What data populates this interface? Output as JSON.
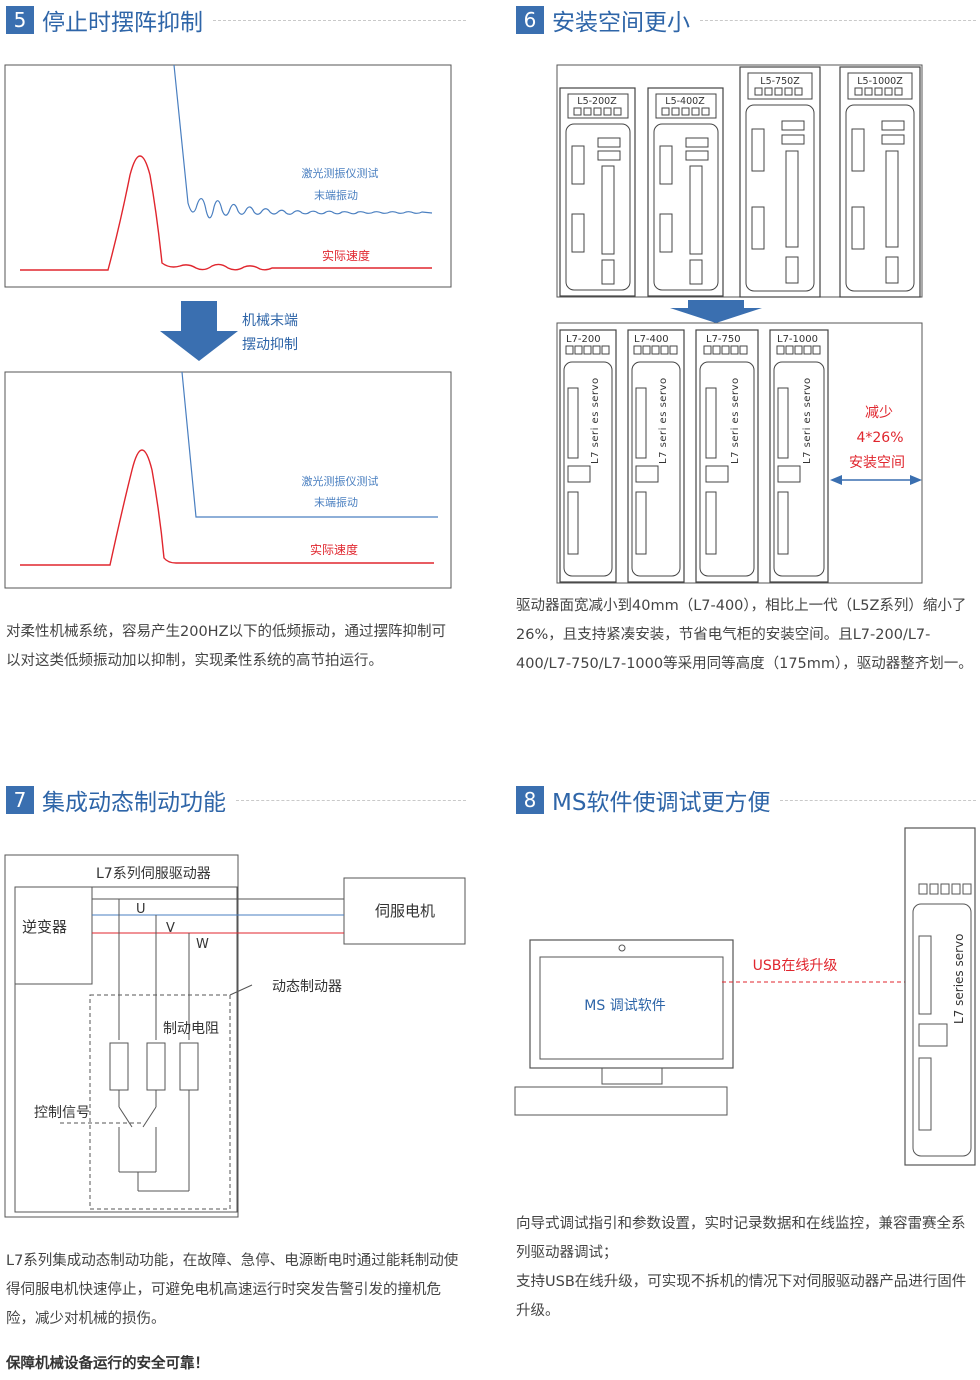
{
  "sections": [
    {
      "num": "5",
      "title": "停止时摆阵抑制"
    },
    {
      "num": "6",
      "title": "安装空间更小"
    },
    {
      "num": "7",
      "title": "集成动态制动功能"
    },
    {
      "num": "8",
      "title": "MS软件使调试更方便"
    }
  ],
  "s5": {
    "top_chart": {
      "blue_label_1": "激光测振仪测试",
      "blue_label_2": "末端振动",
      "red_label": "实际速度"
    },
    "arrow_label_1": "机械末端",
    "arrow_label_2": "摆动抑制",
    "bottom_chart": {
      "blue_label_1": "激光测振仪测试",
      "blue_label_2": "末端振动",
      "red_label": "实际速度"
    },
    "desc": "对柔性机械系统，容易产生200HZ以下的低频振动，通过摆阵抑制可以对这类低频振动加以抑制，实现柔性系统的高节拍运行。"
  },
  "s6": {
    "old_drives": [
      "L5-200Z",
      "L5-400Z",
      "L5-750Z",
      "L5-1000Z"
    ],
    "new_drives": [
      "L7-200",
      "L7-400",
      "L7-750",
      "L7-1000"
    ],
    "vertical_text": "L7 seri es servo",
    "reduce_1": "减少",
    "reduce_2": "4*26%",
    "reduce_3": "安装空间",
    "desc": "驱动器面宽减小到40mm（L7-400），相比上一代（L5Z系列）缩小了26%，且支持紧凑安装，节省电气柜的安装空间。且L7-200/L7-400/L7-750/L7-1000等采用同等高度（175mm），驱动器整齐划一。"
  },
  "s7": {
    "series_label": "L7系列伺服驱动器",
    "inverter": "逆变器",
    "motor": "伺服电机",
    "phase_u": "U",
    "phase_v": "V",
    "phase_w": "W",
    "dyn_brake": "动态制动器",
    "resistor": "制动电阻",
    "control": "控制信号",
    "desc": "L7系列集成动态制动功能，在故障、急停、电源断电时通过能耗制动使得伺服电机快速停止，可避免电机高速运行时突发告警引发的撞机危险，减少对机械的损伤。",
    "emphasis": "保障机械设备运行的安全可靠！"
  },
  "s8": {
    "screen_text": "MS 调试软件",
    "usb_label": "USB在线升级",
    "vertical_text": "L7 series servo",
    "desc_1": "向导式调试指引和参数设置，实时记录数据和在线监控，兼容雷赛全系列驱动器调试；",
    "desc_2": "支持USB在线升级，可实现不拆机的情况下对伺服驱动器产品进行固件升级。"
  },
  "colors": {
    "accent": "#2e65a8",
    "number_bg": "#3a6fb0",
    "red": "#e0262e",
    "blue_line": "#4a7fc0"
  }
}
